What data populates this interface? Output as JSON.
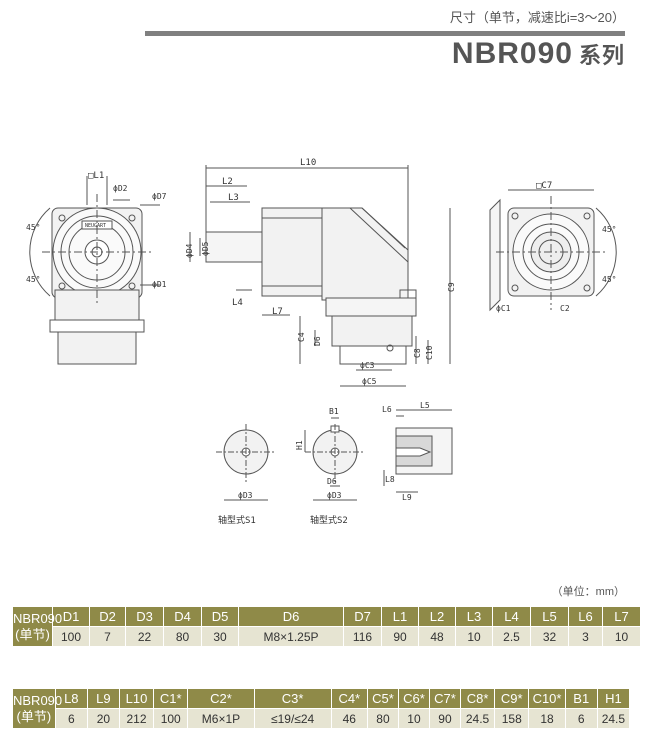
{
  "header": {
    "subtitle": "尺寸（单节，减速比i=3～20）",
    "model": "NBR090",
    "series": "系列"
  },
  "drawing": {
    "labels": {
      "L1": "□L1",
      "D2": "ϕD2",
      "D7": "ϕD7",
      "D1": "ϕD1",
      "angle": "45°",
      "L10": "L10",
      "L2": "L2",
      "L3": "L3",
      "L4": "L4",
      "L7": "L7",
      "D4": "ϕD4",
      "D5": "ϕD5",
      "C9": "C9",
      "C4": "C4",
      "D6": "D6",
      "C8": "C8",
      "C10": "C10",
      "C3": "ϕC3",
      "C5": "ϕC5",
      "C7": "□C7",
      "C1": "ϕC1",
      "C2": "C2",
      "B1": "B1",
      "H1": "H1",
      "D3": "ϕD3",
      "L5": "L5",
      "L6": "L6",
      "L8": "L8",
      "L9": "L9",
      "shaft1": "轴型式S1",
      "shaft2": "轴型式S2",
      "plate": "NEUGART"
    }
  },
  "unit_note": "（单位：mm）",
  "row_label": {
    "model": "NBR090",
    "stage": "(单节)"
  },
  "table1": {
    "headers": [
      "D1",
      "D2",
      "D3",
      "D4",
      "D5",
      "D6",
      "D7",
      "L1",
      "L2",
      "L3",
      "L4",
      "L5",
      "L6",
      "L7"
    ],
    "values": [
      "100",
      "7",
      "22",
      "80",
      "30",
      "M8×1.25P",
      "116",
      "90",
      "48",
      "10",
      "2.5",
      "32",
      "3",
      "10"
    ]
  },
  "table2": {
    "headers": [
      "L8",
      "L9",
      "L10",
      "C1*",
      "C2*",
      "C3*",
      "C4*",
      "C5*",
      "C6*",
      "C7*",
      "C8*",
      "C9*",
      "C10*",
      "B1",
      "H1"
    ],
    "values": [
      "6",
      "20",
      "212",
      "100",
      "M6×1P",
      "≤19/≤24",
      "46",
      "80",
      "10",
      "90",
      "24.5",
      "158",
      "18",
      "6",
      "24.5"
    ]
  }
}
